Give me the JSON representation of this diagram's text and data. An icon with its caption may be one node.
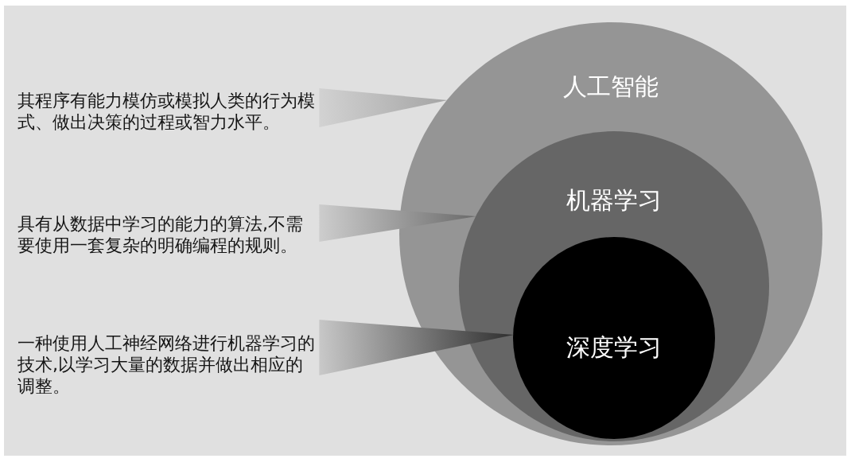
{
  "diagram": {
    "nodes": [
      {
        "text": [
          "人工智能"
        ]
      },
      {
        "text": [
          "机器学习"
        ],
        "in": 0
      },
      {
        "text": [
          "深度学习"
        ],
        "in": 1
      },
      {
        "text": [
          "其程序有能力模仿或模拟人类的行为模式、做出决策的过程或智力水平。"
        ]
      },
      {
        "text": [
          "具有从数据中学习的能力的算法,不需要使用一套复杂的明确编程的规则。"
        ]
      },
      {
        "text": [
          "一种使用人工神经网络进行机器学习的技术,以学习大量的数据并做出相应的调整。"
        ]
      }
    ],
    "edges": [
      {
        "from": 3,
        "to": 0,
        "arrow": "none"
      },
      {
        "from": 4,
        "to": 1,
        "arrow": "none"
      },
      {
        "from": 5,
        "to": 2,
        "arrow": "none"
      }
    ]
  }
}
